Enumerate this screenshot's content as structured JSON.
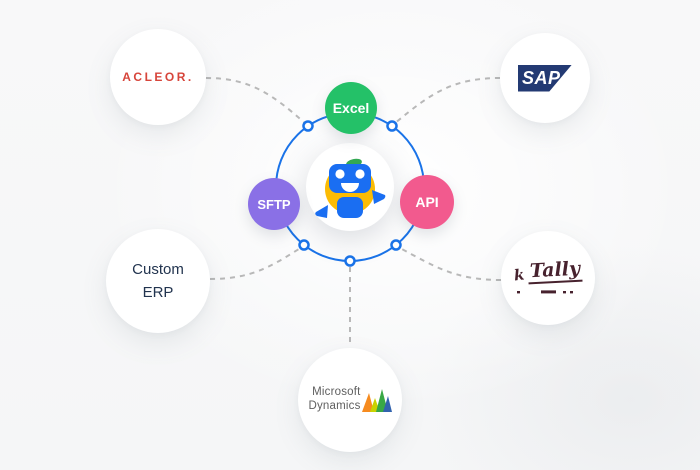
{
  "diagram_title": "chatbot-integrations-diagram",
  "hub": {
    "icon": "robot-mascot-icon"
  },
  "badges": {
    "excel": {
      "label": "Excel",
      "color": "#24c168"
    },
    "sftp": {
      "label": "SFTP",
      "color": "#8a70e6"
    },
    "api": {
      "label": "API",
      "color": "#f25a8e"
    }
  },
  "integrations": {
    "acleor": {
      "label": "ACLEOR.",
      "color": "#d7453b"
    },
    "sap": {
      "label": "SAP",
      "color": "#233a73"
    },
    "tally": {
      "label": "Tally",
      "color": "#47222e"
    },
    "custom_erp": {
      "line1": "Custom",
      "line2": "ERP",
      "color": "#22344f"
    },
    "dynamics": {
      "line1": "Microsoft",
      "line2": "Dynamics",
      "color": "#5f5f5f"
    }
  },
  "colors": {
    "ring_blue": "#1a73e8",
    "connector_gray": "#b8b8b8",
    "bot_blue": "#1a6ef2",
    "bot_yellow": "#fbbc05",
    "bot_green": "#33a852",
    "background": "#f7f8f8"
  }
}
